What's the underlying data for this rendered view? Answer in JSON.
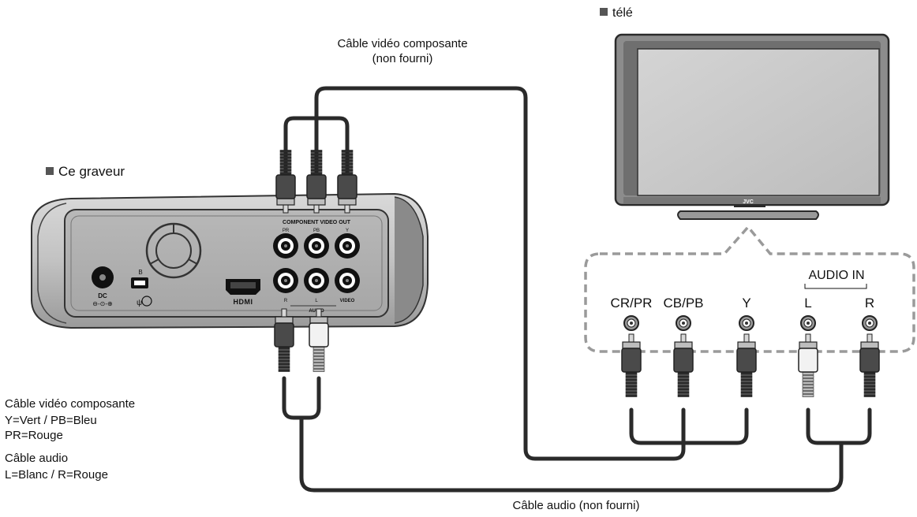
{
  "labels": {
    "tv_title": "télé",
    "recorder_title": "Ce graveur",
    "video_cable_top_line1": "Câble vidéo composante",
    "video_cable_top_line2": "(non fourni)",
    "audio_cable_bottom": "Câble audio (non fourni)"
  },
  "legend": {
    "video_heading": "Câble vidéo composante",
    "video_line1": "Y=Vert / PB=Bleu",
    "video_line2": "PR=Rouge",
    "audio_heading": "Câble audio",
    "audio_line1": "L=Blanc / R=Rouge"
  },
  "tv_panel": {
    "audio_in": "AUDIO IN",
    "jacks": [
      "CR/PR",
      "CB/PB",
      "Y",
      "L",
      "R"
    ]
  },
  "tv_brand": "JVC",
  "recorder_panel": {
    "dc_label": "DC",
    "usb_label": "B",
    "hdmi_label": "HDMI",
    "component_label": "COMPONENT VIDEO OUT",
    "jack_top_labels": [
      "PR",
      "PB",
      "Y"
    ],
    "audio_label": "AUDIO",
    "audio_r": "R",
    "audio_l": "L",
    "video_label": "VIDEO"
  }
}
